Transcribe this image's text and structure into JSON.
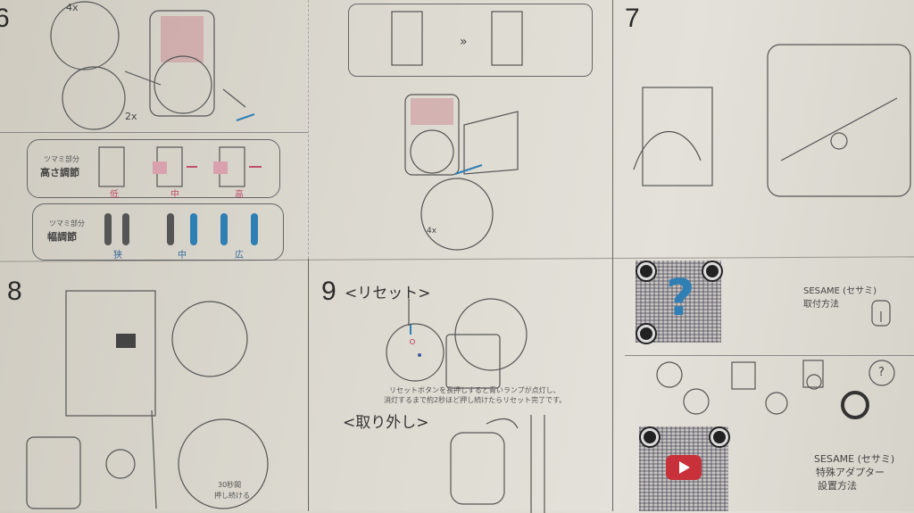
{
  "steps": {
    "s6": "6",
    "s7": "7",
    "s8": "8",
    "s9": "9"
  },
  "step6": {
    "count_screws_top": "4x",
    "count_screws_bottom": "2x",
    "height_adjust": {
      "subtitle": "ツマミ部分",
      "title": "高さ調節",
      "levels": [
        "低",
        "中",
        "高"
      ]
    },
    "width_adjust": {
      "subtitle": "ツマミ部分",
      "title": "幅調節",
      "levels": [
        "狭",
        "中",
        "広"
      ]
    }
  },
  "step6b": {
    "arrow": "»",
    "count_screws": "4x"
  },
  "step8": {
    "hold_text_1": "30秒間",
    "hold_text_2": "押し続ける"
  },
  "step9": {
    "reset_title": "<リセット>",
    "reset_desc_1": "リセットボタンを長押しすると青いランプが点灯し、",
    "reset_desc_2": "消灯するまで約2秒ほど押し続けたらリセット完了です。",
    "remove_title": "<取り外し>"
  },
  "links": {
    "install_title_1": "SESAME (セサミ)",
    "install_title_2": "取付方法",
    "adapter_title_1": "SESAME (セサミ)",
    "adapter_title_2": "特殊アダプター",
    "adapter_title_3": "設置方法",
    "qr_icon_1": "question-mark",
    "qr_icon_2": "youtube-play"
  },
  "colors": {
    "paper": "#dcd9d0",
    "pink": "#c0506a",
    "blue": "#2f7fb5",
    "youtube": "#c8303a"
  }
}
